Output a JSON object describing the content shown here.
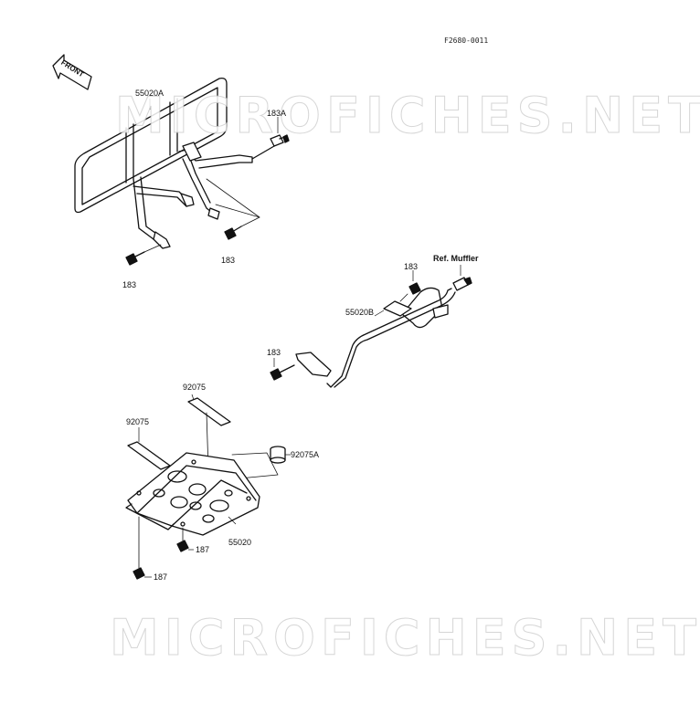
{
  "figure_code": "F2680-0011",
  "front_label": "FRONT",
  "watermark": "MICROFICHES.NET",
  "parts": {
    "rack_front": "55020A",
    "rack_rear": "55020B",
    "skid_plate": "55020",
    "bolt_183a": "183A",
    "bolt_183_a": "183",
    "bolt_183_b": "183",
    "bolt_183_c": "183",
    "bolt_183_d": "183",
    "ref_muffler": "Ref. Muffler",
    "pad_92075_a": "92075",
    "pad_92075_b": "92075",
    "damper_92075a": "92075A",
    "bolt_187_a": "187",
    "bolt_187_b": "187"
  },
  "colors": {
    "line": "#111111",
    "watermark_stroke": "#cfcfcf"
  }
}
